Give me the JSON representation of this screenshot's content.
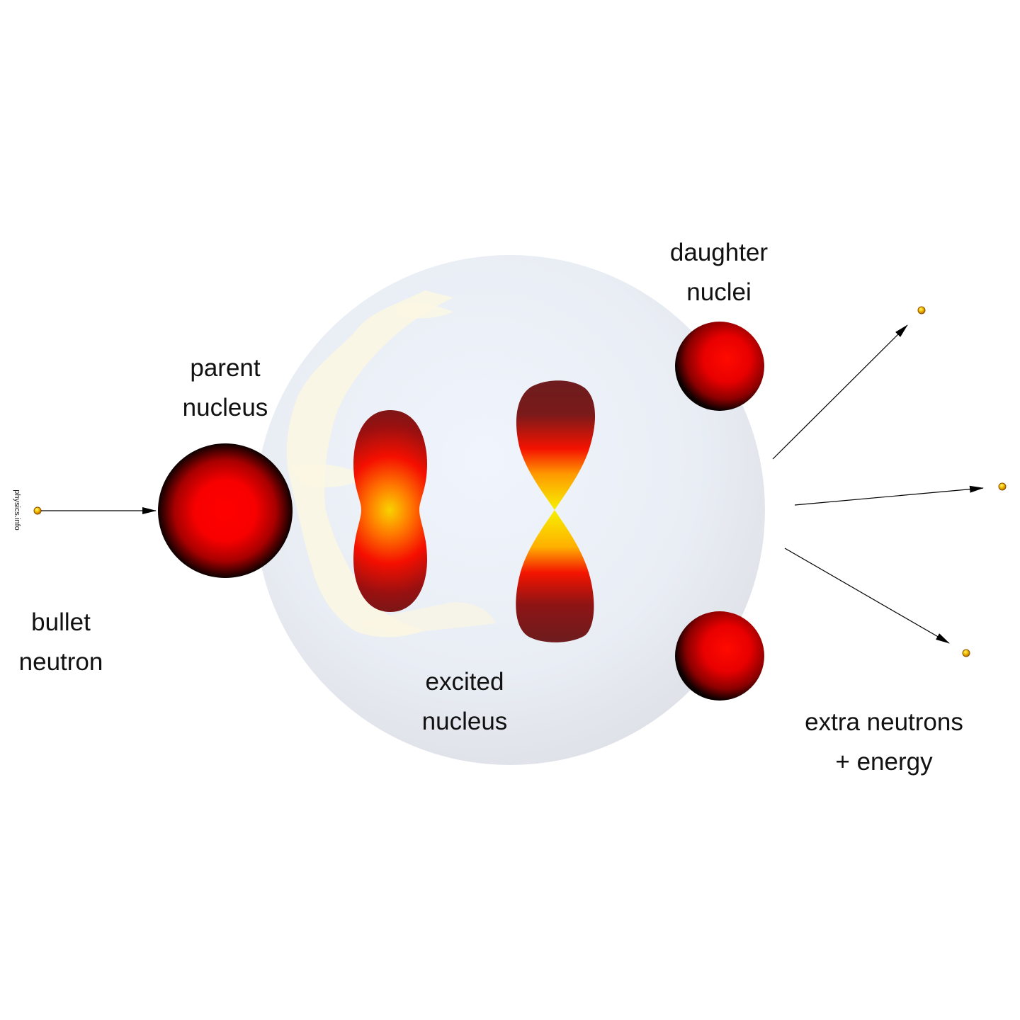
{
  "labels": {
    "parent_nucleus": [
      "parent",
      "nucleus"
    ],
    "bullet_neutron": [
      "bullet",
      "neutron"
    ],
    "excited_nucleus": [
      "excited",
      "nucleus"
    ],
    "daughter_nuclei": [
      "daughter",
      "nuclei"
    ],
    "extra_neutrons": [
      "extra neutrons",
      "+ energy"
    ]
  },
  "watermark": "physics.info",
  "colors": {
    "nucleus_core": "#ff0000",
    "nucleus_edge": "#000000",
    "hot_center": "#ffee00",
    "neutron": "#f4c400",
    "background_globe": "#e8ecf2",
    "arrow": "#000000"
  },
  "icons": {
    "neutron": "small-yellow-sphere",
    "nucleus": "red-gradient-sphere",
    "arrow": "arrow-right"
  }
}
